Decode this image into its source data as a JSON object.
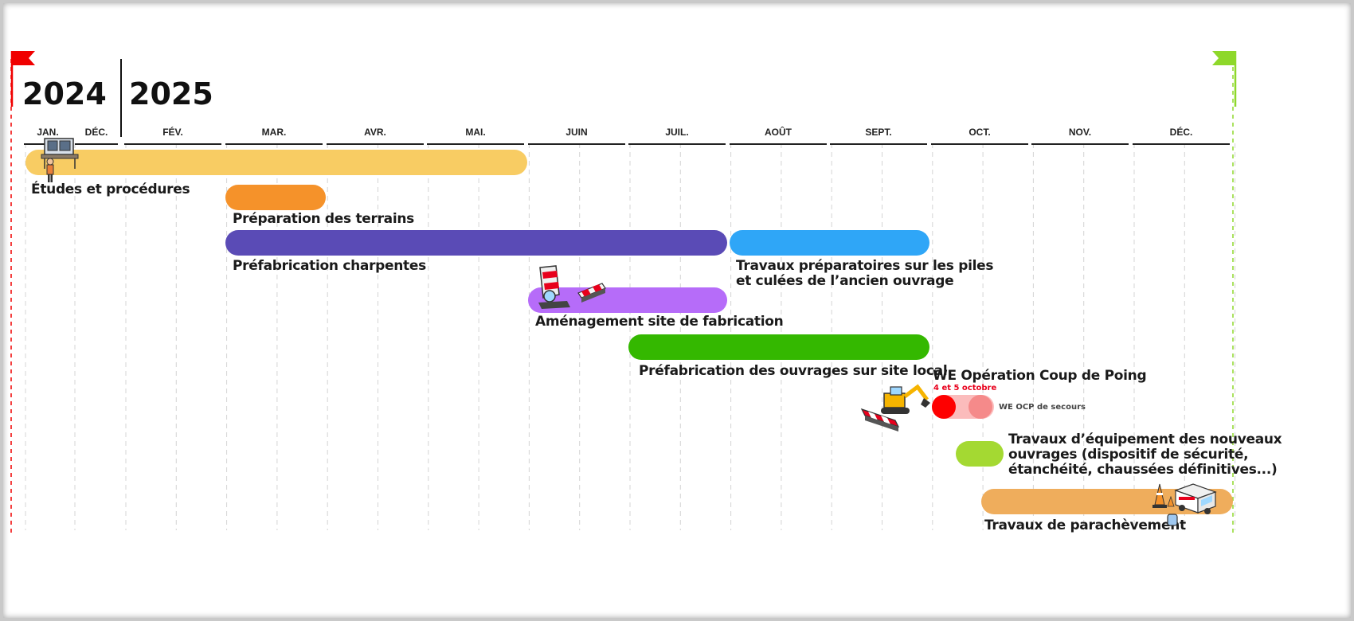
{
  "years": [
    "2024",
    "2025"
  ],
  "months": [
    "JAN.",
    "DÉC.",
    "FÉV.",
    "MAR.",
    "AVR.",
    "MAI.",
    "JUIN",
    "JUIL.",
    "AOÛT",
    "SEPT.",
    "OCT.",
    "NOV.",
    "DÉC."
  ],
  "tasks": [
    {
      "label": "Études et procédures",
      "color": "#f8cc63"
    },
    {
      "label": "Préparation des terrains",
      "color": "#f5922a"
    },
    {
      "label": "Préfabrication charpentes",
      "color": "#5a4bb6"
    },
    {
      "label": "Travaux préparatoires sur les piles\net culées de l’ancien ouvrage",
      "color": "#2fa6f7"
    },
    {
      "label": "Aménagement site de fabrication",
      "color": "#b66cf9"
    },
    {
      "label": "Préfabrication des ouvrages sur site local",
      "color": "#34b800"
    },
    {
      "label": "WE Opération Coup de Poing",
      "color": "#fe0000"
    },
    {
      "label": "Travaux d’équipement des nouveaux\nouvrages (dispositif de sécurité,\nétanchéité, chaussées définitives...)",
      "color": "#a4d932"
    },
    {
      "label": "Travaux de parachèvement",
      "color": "#efad5c"
    }
  ],
  "operation": {
    "date": "4 et 5 octobre",
    "backup_label": "WE OCP de secours"
  },
  "milestones": {
    "start_flag_color": "#f00000",
    "end_flag_color": "#8ed82a"
  },
  "illustrations": [
    "engineer-desk-icon",
    "road-barrier-icon",
    "excavator-icon",
    "traffic-cone-icon",
    "utility-truck-icon"
  ]
}
